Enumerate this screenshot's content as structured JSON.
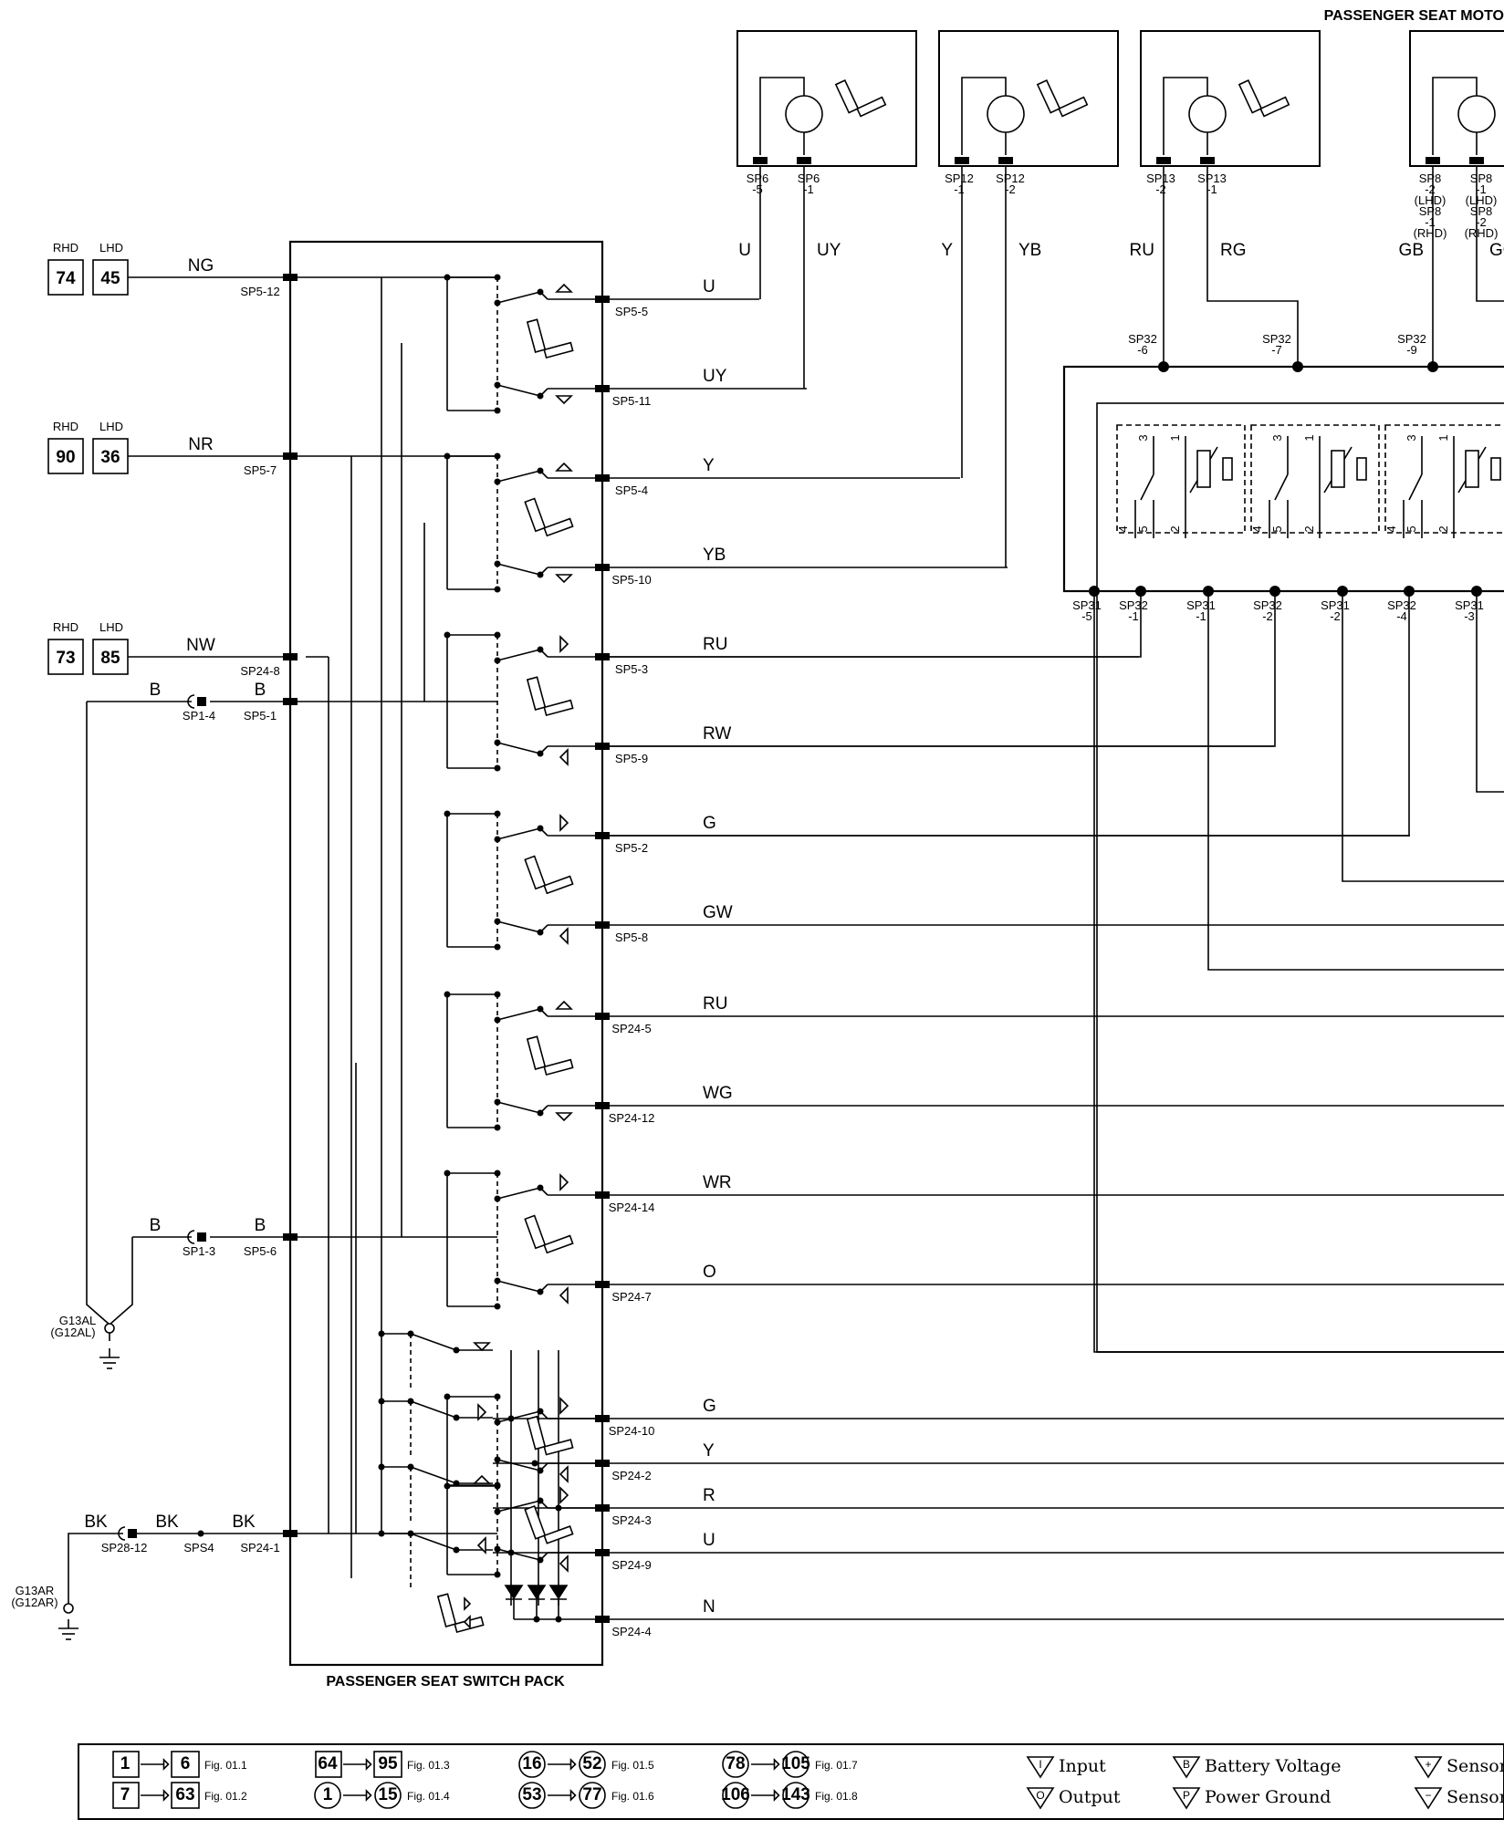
{
  "title_motors": "PASSENGER SEAT MOTO",
  "title_switch_pack": "PASSENGER SEAT SWITCH PACK",
  "feeds": [
    {
      "rhd": "74",
      "lhd": "45",
      "wire": "NG",
      "pin": "SP5-12"
    },
    {
      "rhd": "90",
      "lhd": "36",
      "wire": "NR",
      "pin": "SP5-7"
    },
    {
      "rhd": "73",
      "lhd": "85",
      "wire": "NW",
      "pin": "SP24-8"
    }
  ],
  "feed_header": {
    "rhd": "RHD",
    "lhd": "LHD"
  },
  "ground_left": [
    {
      "wire1": "B",
      "conn": "SP1-4",
      "wire2": "B",
      "pin": "SP5-1"
    },
    {
      "wire1": "B",
      "conn": "SP1-3",
      "wire2": "B",
      "pin": "SP5-6"
    }
  ],
  "ground_g13al": {
    "name": "G13AL",
    "alt": "(G12AL)"
  },
  "ground_g13ar": {
    "name": "G13AR",
    "alt": "(G12AR)"
  },
  "bk_chain": {
    "w1": "BK",
    "c1": "SP28-12",
    "w2": "BK",
    "c2": "SPS4",
    "w3": "BK",
    "pin": "SP24-1"
  },
  "outputs": [
    {
      "wire": "U",
      "pin": "SP5-5"
    },
    {
      "wire": "UY",
      "pin": "SP5-11"
    },
    {
      "wire": "Y",
      "pin": "SP5-4"
    },
    {
      "wire": "YB",
      "pin": "SP5-10"
    },
    {
      "wire": "RU",
      "pin": "SP5-3"
    },
    {
      "wire": "RW",
      "pin": "SP5-9"
    },
    {
      "wire": "G",
      "pin": "SP5-2"
    },
    {
      "wire": "GW",
      "pin": "SP5-8"
    },
    {
      "wire": "RU",
      "pin": "SP24-5"
    },
    {
      "wire": "WG",
      "pin": "SP24-12"
    },
    {
      "wire": "WR",
      "pin": "SP24-14"
    },
    {
      "wire": "O",
      "pin": "SP24-7"
    },
    {
      "wire": "G",
      "pin": "SP24-10"
    },
    {
      "wire": "Y",
      "pin": "SP24-2"
    },
    {
      "wire": "R",
      "pin": "SP24-3"
    },
    {
      "wire": "U",
      "pin": "SP24-9"
    },
    {
      "wire": "N",
      "pin": "SP24-4"
    }
  ],
  "motors": [
    {
      "pins": [
        "SP6\n-5",
        "SP6\n-1"
      ],
      "wires": [
        "U",
        "UY"
      ]
    },
    {
      "pins": [
        "SP12\n-1",
        "SP12\n-2"
      ],
      "wires": [
        "Y",
        "YB"
      ]
    },
    {
      "pins": [
        "SP13\n-2",
        "SP13\n-1"
      ],
      "wires": [
        "RU",
        "RG"
      ]
    },
    {
      "pins": [
        "SP8\n-2\n(LHD)\nSP8\n-1\n(RHD)",
        "SP8\n-1\n(LHD)\nSP8\n-2\n(RHD)"
      ],
      "wires": [
        "GB",
        "GO"
      ]
    }
  ],
  "relay_top_pins": [
    "SP32\n-6",
    "SP32\n-7",
    "SP32\n-9"
  ],
  "relay_bottom_pins": [
    "SP31\n-5",
    "SP32\n-1",
    "SP31\n-1",
    "SP32\n-2",
    "SP31\n-2",
    "SP32\n-4",
    "SP31\n-3"
  ],
  "relay_contact_nums": [
    "3",
    "1",
    "4",
    "5",
    "2"
  ],
  "legend": {
    "ranges": [
      {
        "a": "1",
        "b": "6",
        "fig": "Fig. 01.1"
      },
      {
        "a": "7",
        "b": "63",
        "fig": "Fig. 01.2"
      },
      {
        "a": "64",
        "b": "95",
        "fig": "Fig. 01.3"
      },
      {
        "a": "1",
        "b": "15",
        "fig": "Fig. 01.4"
      },
      {
        "a": "16",
        "b": "52",
        "fig": "Fig. 01.5"
      },
      {
        "a": "53",
        "b": "77",
        "fig": "Fig. 01.6"
      },
      {
        "a": "78",
        "b": "105",
        "fig": "Fig. 01.7"
      },
      {
        "a": "106",
        "b": "143",
        "fig": "Fig. 01.8"
      }
    ],
    "symbols": [
      {
        "glyph": "I",
        "text": "Input"
      },
      {
        "glyph": "O",
        "text": "Output"
      },
      {
        "glyph": "B",
        "text": "Battery Voltage"
      },
      {
        "glyph": "P",
        "text": "Power Ground"
      },
      {
        "glyph": "+",
        "text": "Sensor"
      },
      {
        "glyph": "−",
        "text": "Sensor"
      }
    ]
  }
}
